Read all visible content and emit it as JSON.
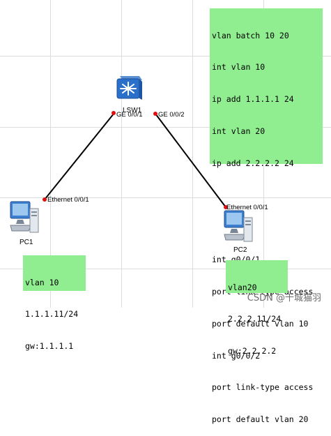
{
  "nodes": {
    "switch": {
      "label": "LSW1",
      "port_left": "GE 0/0/1",
      "port_right": "GE 0/0/2"
    },
    "pc1": {
      "label": "PC1",
      "port": "Ethernet 0/0/1"
    },
    "pc2": {
      "label": "PC2",
      "port": "Ethernet 0/0/1"
    }
  },
  "notes": {
    "switch_config": [
      "vlan batch 10 20",
      "int vlan 10",
      "ip add 1.1.1.1 24",
      "int vlan 20",
      "ip add 2.2.2.2 24",
      "",
      "",
      "int g0/0/1",
      "port link-type access",
      "port default vlan 10",
      "int g0/0/2",
      "port link-type access",
      "port default vlan 20"
    ],
    "pc1_config": [
      "vlan 10",
      "1.1.1.11/24",
      "gw:1.1.1.1"
    ],
    "pc2_config": [
      "vlan20",
      "2.2.2.11/24",
      "gw:2.2.2.2"
    ]
  },
  "watermark": "CSDN @千城猫羽",
  "colors": {
    "note_bg": "#90ee90",
    "link": "#000000",
    "port_dot": "#e01010",
    "grid": "#dcdcdc"
  }
}
